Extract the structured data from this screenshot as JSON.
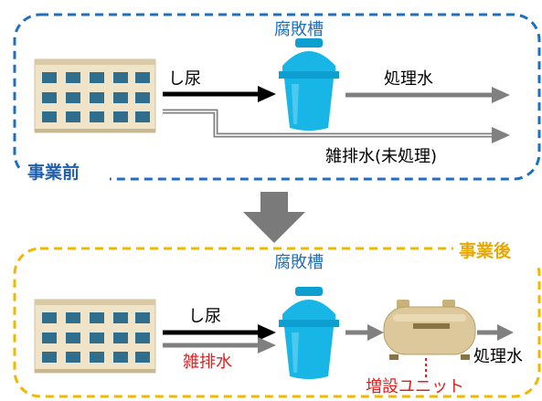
{
  "before": {
    "tank_title": "腐敗槽",
    "label_nightsoil": "し尿",
    "label_treated": "処理水",
    "label_graywater": "雑排水(未処理)",
    "corner_label": "事業前"
  },
  "after": {
    "tank_title": "腐敗槽",
    "label_nightsoil": "し尿",
    "label_graywater": "雑排水",
    "label_treated": "処理水",
    "label_unit": "増設ユニット",
    "corner_label": "事業後"
  },
  "colors": {
    "before_border": "#1f6fbf",
    "after_border": "#f2b800",
    "before_label": "#1f5fae",
    "after_label": "#e8a800",
    "tank": "#17b6e6",
    "red": "#e02020",
    "gray_arrow": "#808080"
  }
}
